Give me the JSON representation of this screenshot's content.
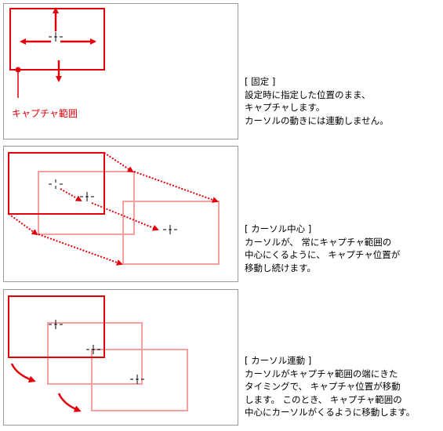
{
  "colors": {
    "accent": "#e0000a",
    "accent_light": "#f4a0a0",
    "panel_border": "#9a9a9a"
  },
  "panels": [
    {
      "mode": "fixed",
      "capture_label": "キャプチャ範囲",
      "title": "[ 固定 ]",
      "lines": [
        "設定時に指定した位置のまま、",
        "キャプチャします。",
        "カーソルの動きには連動しません。"
      ]
    },
    {
      "mode": "cursor-center",
      "title": "[ カーソル中心 ]",
      "lines": [
        "カーソルが、 常にキャプチャ範囲の",
        "中心にくるように、 キャプチャ位置が",
        "移動し続けます。"
      ]
    },
    {
      "mode": "cursor-linked",
      "title": "[ カーソル連動 ]",
      "lines": [
        "カーソルがキャプチャ範囲の端にきた",
        "タイミングで、 キャプチャ位置が移動",
        "します。 このとき、 キャプチャ範囲の",
        "中心にカーソルがくるように移動します。"
      ]
    }
  ]
}
